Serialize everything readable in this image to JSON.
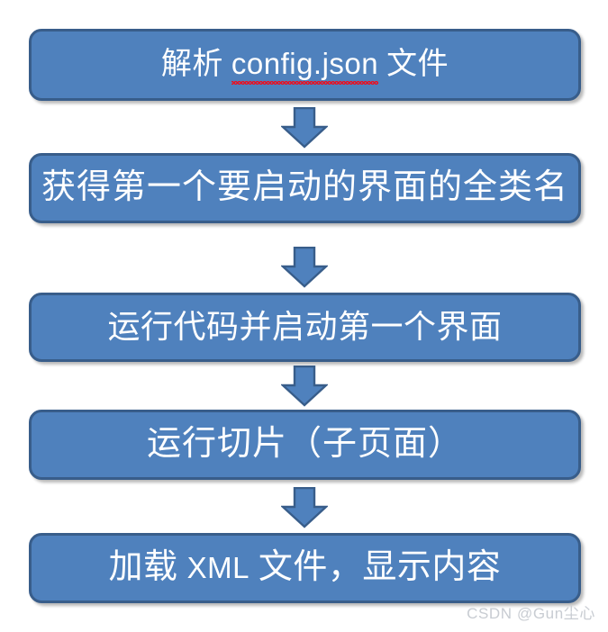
{
  "diagram": {
    "type": "flowchart",
    "orientation": "vertical",
    "title": "",
    "colors": {
      "box_fill": "#4f81bd",
      "box_border": "#385d8a",
      "box_text": "#ffffff",
      "arrow_fill": "#4f81bd",
      "arrow_border": "#385d8a",
      "background": "#ffffff",
      "spell_error_underline": "#e81123",
      "watermark_text": "#c8ccd2"
    },
    "nodes": [
      {
        "id": "step-1",
        "order": 1,
        "text": "解析 config.json 文件",
        "text_parts": [
          {
            "text": "解析 ",
            "script": "cjk",
            "spell_error": false
          },
          {
            "text": "config.json",
            "script": "latin",
            "spell_error": true
          },
          {
            "text": " 文件",
            "script": "cjk",
            "spell_error": false
          }
        ],
        "shape": "rounded-rectangle"
      },
      {
        "id": "step-2",
        "order": 2,
        "text": "获得第一个要启动的界面的全类名",
        "text_parts": [
          {
            "text": "获得第一个要启动的界面的全类名",
            "script": "cjk",
            "spell_error": false
          }
        ],
        "shape": "rounded-rectangle"
      },
      {
        "id": "step-3",
        "order": 3,
        "text": "运行代码并启动第一个界面",
        "text_parts": [
          {
            "text": "运行代码并启动第一个界面",
            "script": "cjk",
            "spell_error": false
          }
        ],
        "shape": "rounded-rectangle"
      },
      {
        "id": "step-4",
        "order": 4,
        "text": "运行切片（子页面）",
        "text_parts": [
          {
            "text": "运行切片（子页面）",
            "script": "cjk",
            "spell_error": false
          }
        ],
        "shape": "rounded-rectangle"
      },
      {
        "id": "step-5",
        "order": 5,
        "text": "加载 XML 文件，显示内容",
        "text_parts": [
          {
            "text": "加载 ",
            "script": "cjk",
            "spell_error": false
          },
          {
            "text": "XML",
            "script": "latin",
            "spell_error": false
          },
          {
            "text": " 文件，显示内容",
            "script": "cjk",
            "spell_error": false
          }
        ],
        "shape": "rounded-rectangle"
      }
    ],
    "connectors": [
      {
        "id": "arrow-1",
        "from": "step-1",
        "to": "step-2",
        "icon": "arrow-down-icon"
      },
      {
        "id": "arrow-2",
        "from": "step-2",
        "to": "step-3",
        "icon": "arrow-down-icon"
      },
      {
        "id": "arrow-3",
        "from": "step-3",
        "to": "step-4",
        "icon": "arrow-down-icon"
      },
      {
        "id": "arrow-4",
        "from": "step-4",
        "to": "step-5",
        "icon": "arrow-down-icon"
      }
    ]
  },
  "watermark": {
    "text": "CSDN @Gun尘心"
  }
}
